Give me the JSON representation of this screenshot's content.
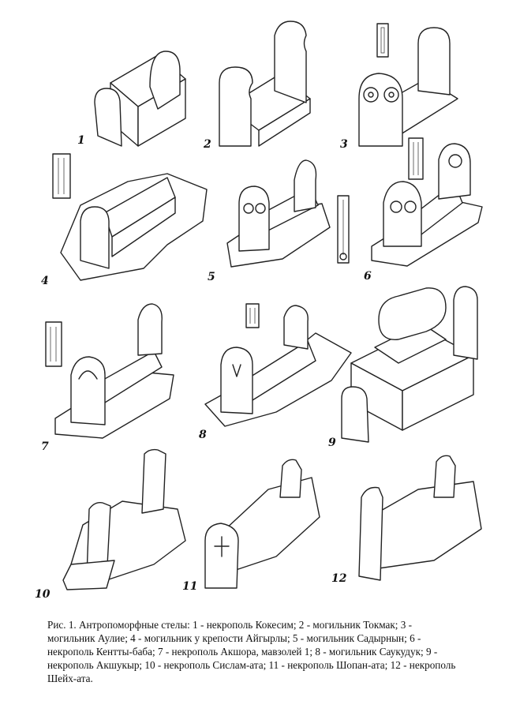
{
  "figure": {
    "labels": [
      "1",
      "2",
      "3",
      "4",
      "5",
      "6",
      "7",
      "8",
      "9",
      "10",
      "11",
      "12"
    ]
  },
  "caption": {
    "text": "Рис. 1.  Антропоморфные стелы: 1 - некрополь Кокесим; 2 - могильник Токмак; 3 - могильник Аулие; 4 - могильник у крепости Айгырлы; 5 - могильник Садырнын; 6 - некрополь Кентты-баба; 7 - некрополь Акшора, мавзолей 1; 8 - могильник Саукудук; 9 - некрополь Акшукыр; 10 - некрополь Сислам-ата; 11 - некрополь Шопан-ата; 12 - некрополь Шейх-ата."
  }
}
